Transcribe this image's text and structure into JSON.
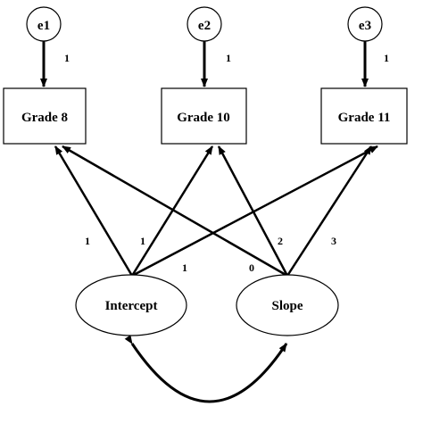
{
  "errors": [
    {
      "label": "e1",
      "loading": "1"
    },
    {
      "label": "e2",
      "loading": "1"
    },
    {
      "label": "e3",
      "loading": "1"
    }
  ],
  "observed": [
    {
      "label": "Grade 8"
    },
    {
      "label": "Grade 10"
    },
    {
      "label": "Grade 11"
    }
  ],
  "latent": [
    {
      "label": "Intercept"
    },
    {
      "label": "Slope"
    }
  ],
  "intercept_loadings": [
    "1",
    "1",
    "1"
  ],
  "slope_loadings": [
    "0",
    "2",
    "3"
  ]
}
